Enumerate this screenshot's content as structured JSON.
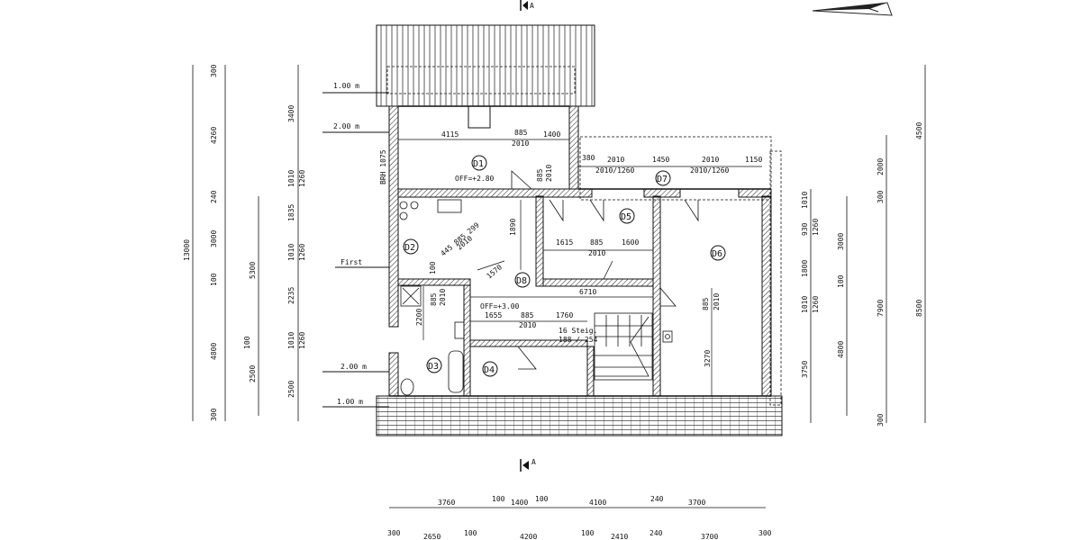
{
  "north_arrow": "north-arrow",
  "section_markers": {
    "top": "A",
    "bottom": "A"
  },
  "levels": {
    "l1": "1.00 m",
    "l2": "2.00 m",
    "l3": "First",
    "l4": "2.00 m",
    "l5": "1.00 m"
  },
  "rooms": {
    "d1": "D1",
    "d2": "D2",
    "d3": "D3",
    "d4": "D4",
    "d5": "D5",
    "d6": "D6",
    "d7": "D7",
    "d8": "D8"
  },
  "notes": {
    "okff1": "OFF=+2.80",
    "okff2": "OFF=+3.00",
    "stairs1": "16 Steig.",
    "stairs2": "188 / 254",
    "brh": "BRH 1075"
  },
  "dims": {
    "d1_a": "4115",
    "d1_b": "885",
    "d1_c": "1400",
    "d1_d": "2010",
    "d1_v1": "885",
    "d1_v2": "2010",
    "d7_a": "380",
    "d7_b": "2010",
    "d7_c": "1450",
    "d7_d": "2010",
    "d7_e": "1150",
    "d7_f": "2010/1260",
    "d7_g": "2010/1260",
    "d2_a": "445 885 299",
    "d2_b": "2010",
    "d8_a": "1570",
    "d8_b": "1890",
    "d8_c": "100",
    "d5_a": "1615",
    "d5_b": "885",
    "d5_c": "1600",
    "d5_d": "2010",
    "d3_a": "2200",
    "d3_b": "885",
    "d3_c": "2010",
    "c_a": "6710",
    "c_b": "1655",
    "c_c": "885",
    "c_d": "1760",
    "c_e": "2010",
    "d6_a": "885",
    "d6_b": "2010",
    "d6_c": "3270"
  },
  "left_dims": {
    "c1": [
      "13000"
    ],
    "c2": [
      "300",
      "4260",
      "240",
      "3000",
      "100",
      "4800",
      "300"
    ],
    "c3": [
      "5300",
      "100",
      "2500"
    ],
    "c4": [
      "3400",
      "1010",
      "1260",
      "1835",
      "1010",
      "1260",
      "2235",
      "1010",
      "1260",
      "2500"
    ]
  },
  "right_dims": {
    "c1": [
      "1010",
      "930",
      "1260",
      "1800",
      "1010",
      "1260",
      "3750"
    ],
    "c2": [
      "3000",
      "100",
      "4800"
    ],
    "c3": [
      "2000",
      "300",
      "7900",
      "300"
    ],
    "c4": [
      "4500",
      "8500"
    ]
  },
  "bottom_dims": {
    "row1": [
      "3760",
      "100",
      "1400",
      "100",
      "4100",
      "240",
      "3700"
    ],
    "row2": [
      "300",
      "2650",
      "100",
      "4200",
      "100",
      "2410",
      "240",
      "3700",
      "300"
    ]
  }
}
